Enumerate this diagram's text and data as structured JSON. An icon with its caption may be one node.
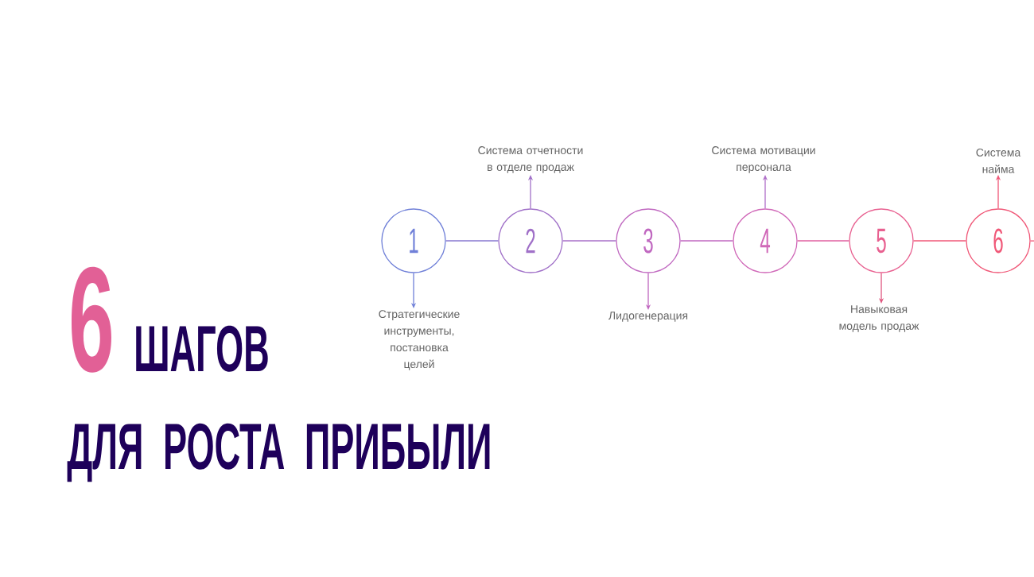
{
  "diagram": {
    "nodes": [
      {
        "text": [
          "1"
        ]
      },
      {
        "text": [
          "2"
        ]
      },
      {
        "text": [
          "3"
        ]
      },
      {
        "text": [
          "4"
        ]
      },
      {
        "text": [
          "5"
        ]
      },
      {
        "text": [
          "6"
        ]
      },
      {
        "text": [
          "Стратегические инструменты, постановка целей"
        ]
      },
      {
        "text": [
          "Система отчетности в отделе продаж"
        ]
      },
      {
        "text": [
          "Лидогенерация"
        ]
      },
      {
        "text": [
          "Система мотивации персонала"
        ]
      },
      {
        "text": [
          "Навыковая модель продаж"
        ]
      },
      {
        "text": [
          "Система найма"
        ]
      }
    ],
    "edges": [
      {
        "from": 0,
        "to": 1,
        "arrow": "none",
        "color": "#8878d0"
      },
      {
        "from": 1,
        "to": 2,
        "arrow": "none",
        "color": "#a870c8"
      },
      {
        "from": 2,
        "to": 3,
        "arrow": "none",
        "color": "#c068c0"
      },
      {
        "from": 3,
        "to": 4,
        "arrow": "none",
        "color": "#e060a0"
      },
      {
        "from": 4,
        "to": 5,
        "arrow": "none",
        "color": "#f05878"
      },
      {
        "from": 5,
        "to": null,
        "arrow": "none",
        "color": "#f05878"
      },
      {
        "from": 0,
        "to": 6,
        "arrow": "to",
        "color": "#7080d8"
      },
      {
        "from": 1,
        "to": 7,
        "arrow": "to",
        "color": "#a070c8"
      },
      {
        "from": 2,
        "to": 8,
        "arrow": "to",
        "color": "#c068c0"
      },
      {
        "from": 3,
        "to": 9,
        "arrow": "to",
        "color": "#b070c8"
      },
      {
        "from": 4,
        "to": 10,
        "arrow": "to",
        "color": "#e05880"
      },
      {
        "from": 5,
        "to": 11,
        "arrow": "to",
        "color": "#f05878"
      }
    ],
    "labels": [
      "6",
      "ШАГОВ",
      "ДЛЯ РОСТА ПРИБЫЛИ"
    ]
  }
}
